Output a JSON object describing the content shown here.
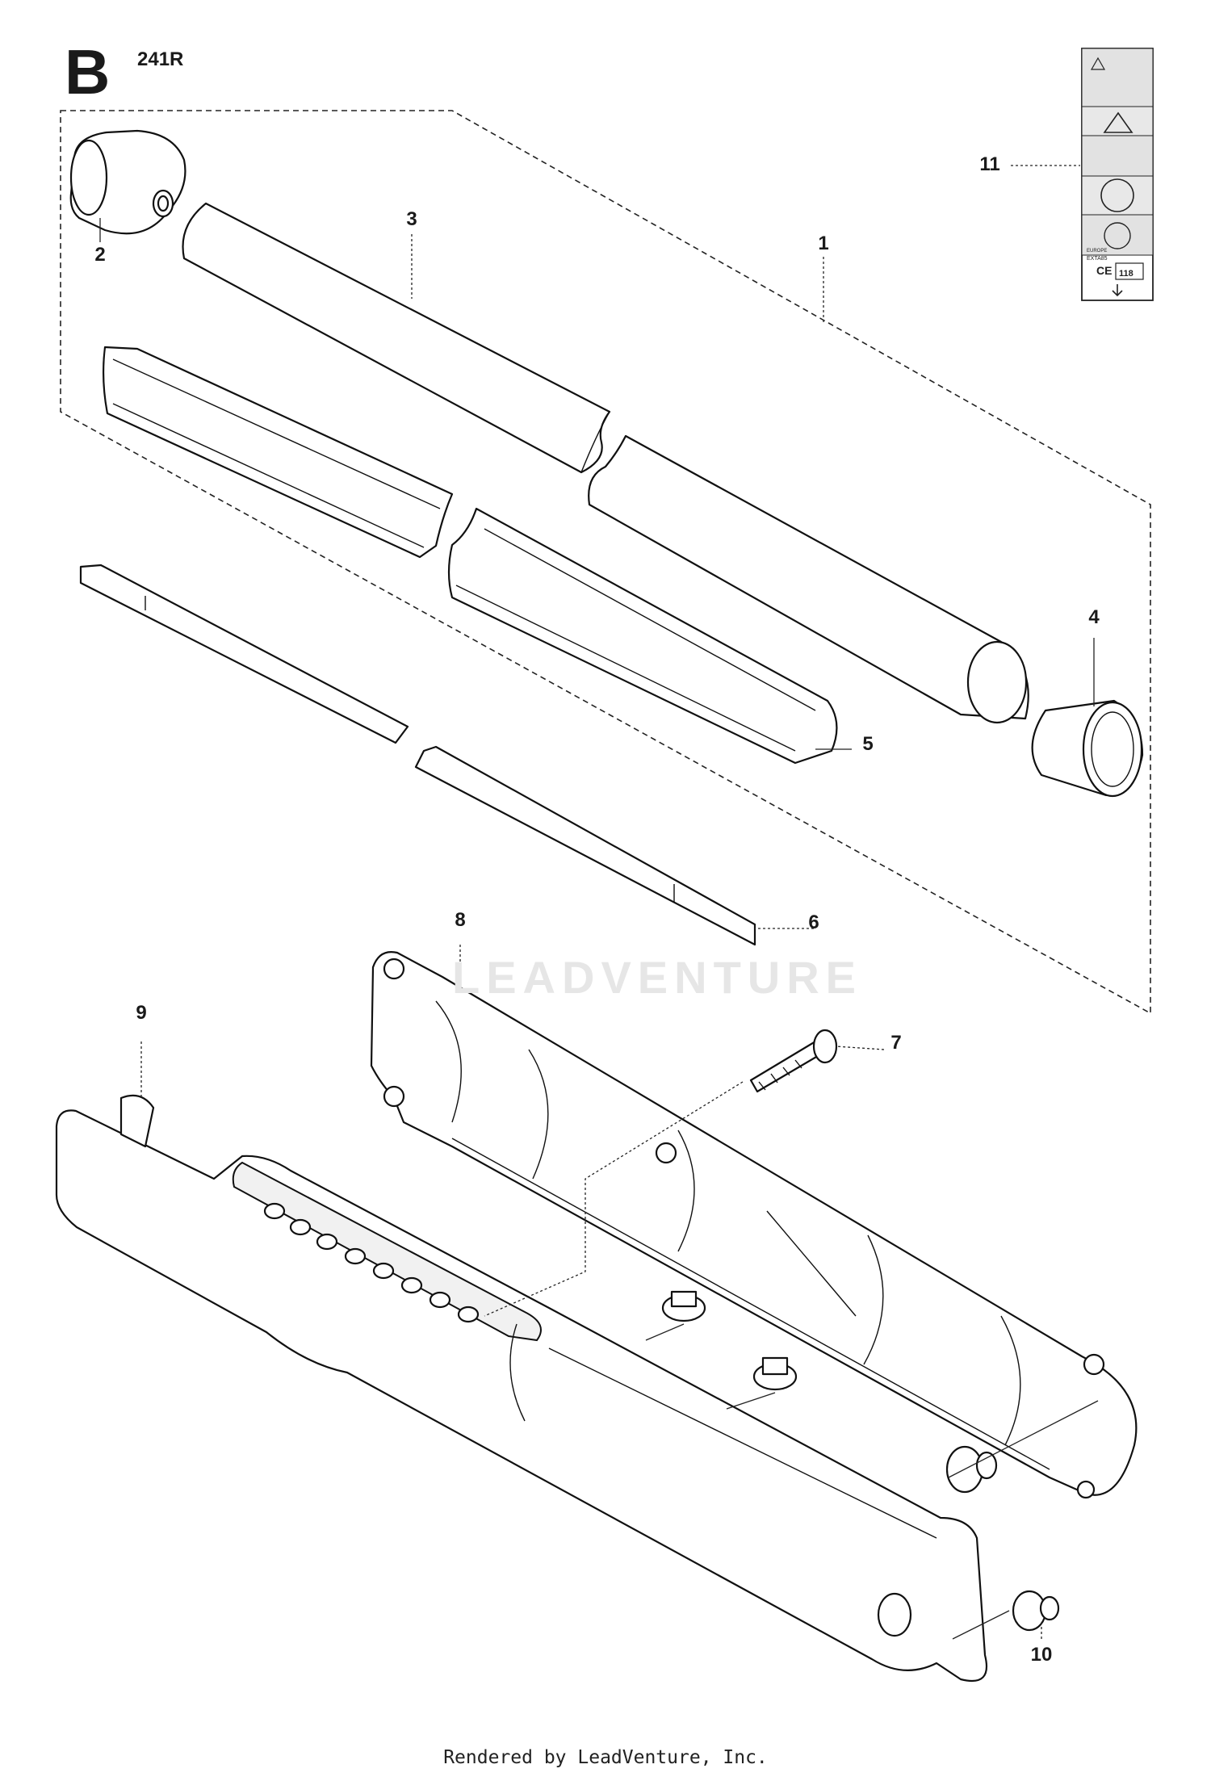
{
  "header": {
    "section_letter": "B",
    "model": "241R"
  },
  "callouts": [
    "1",
    "2",
    "3",
    "4",
    "5",
    "6",
    "7",
    "8",
    "9",
    "10",
    "11"
  ],
  "watermark": "LEADVENTURE",
  "footer": "Rendered by LeadVenture, Inc.",
  "decal": {
    "code": "EXTA85",
    "region": "EUROPE",
    "mark": "CE",
    "sound_level": "118"
  }
}
